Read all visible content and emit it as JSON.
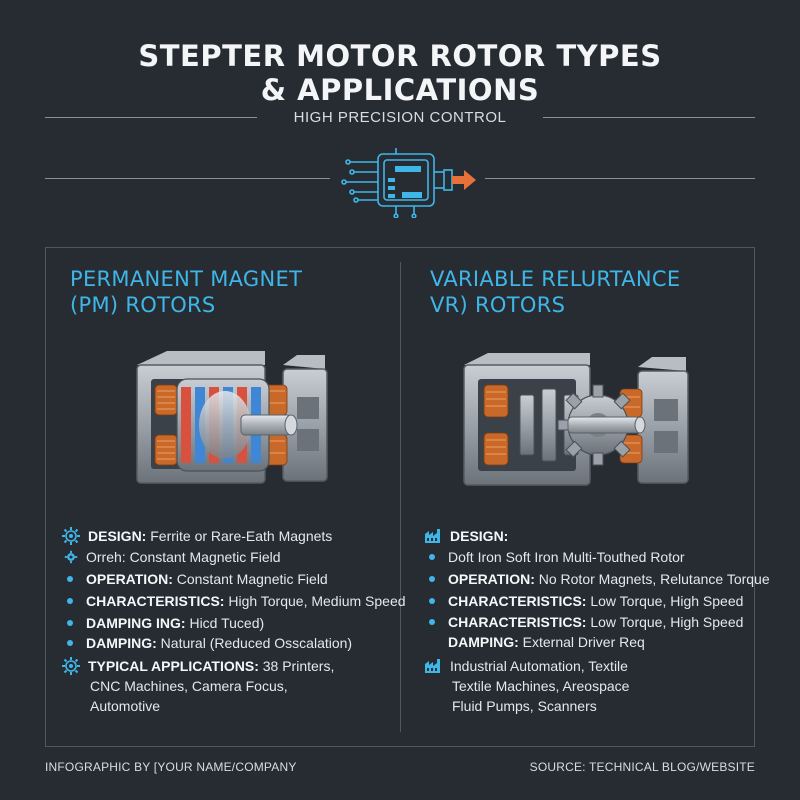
{
  "header": {
    "title_line1": "STEPTER MOTOR ROTOR TYPES",
    "title_line2": "& APPLICATIONS",
    "subtitle": "HIGH PRECISION CONTROL",
    "icon": "stepper-motor-chip-icon"
  },
  "left": {
    "title_line1": "PERMANENT MAGNET",
    "title_line2": "(PM) ROTORS",
    "illustration": "pm-rotor-motor-illustration",
    "specs": [
      {
        "icon": "gear-icon",
        "label": "DESIGN:",
        "text": " Ferrite or Rare-Eath Magnets"
      },
      {
        "icon": "gear-small-icon",
        "label": "",
        "text": "Orreh: Constant Magnetic Field"
      },
      {
        "icon": "bullet",
        "label": "OPERATION:",
        "text": " Constant Magnetic Field"
      },
      {
        "icon": "bullet",
        "label": "CHARACTERISTICS:",
        "text": " High Torque, Medium Speed"
      },
      {
        "icon": "bullet",
        "label": "DAMPING ING:",
        "text": " Hicd Tuced)"
      },
      {
        "icon": "bullet",
        "label": "DAMPING:",
        "text": " Natural (Reduced Osscalation)"
      },
      {
        "icon": "gear-icon",
        "label": "TYPICAL APPLICATIONS:",
        "text": " 38 Printers,"
      },
      {
        "icon": "",
        "label": "",
        "text": "CNC Machines, Camera Focus,"
      },
      {
        "icon": "",
        "label": "",
        "text": "Automotive"
      }
    ]
  },
  "right": {
    "title_line1": "VARIABLE RELURTANCE",
    "title_line2": "VR) ROTORS",
    "illustration": "vr-rotor-motor-illustration",
    "specs": [
      {
        "icon": "factory-icon",
        "label": "DESIGN:",
        "text": ""
      },
      {
        "icon": "bullet",
        "label": "",
        "text": "Doft Iron   Soft Iron Multi-Touthed Rotor"
      },
      {
        "icon": "bullet",
        "label": "OPERATION:",
        "text": " No Rotor Magnets, Relutance Torque"
      },
      {
        "icon": "bullet",
        "label": "CHARACTERISTICS:",
        "text": " Low Torque, High Speed"
      },
      {
        "icon": "bullet",
        "label": "CHARACTERISTICS:",
        "text": " Low Torque, High Speed"
      },
      {
        "icon": "",
        "label": "DAMPING:",
        "text": " External Driver Req"
      },
      {
        "icon": "factory-icon",
        "label": "",
        "text": "Industrial Automation, Textile"
      },
      {
        "icon": "",
        "label": "",
        "text": "Textile Machines, Areospace"
      },
      {
        "icon": "",
        "label": "",
        "text": "Fluid Pumps, Scanners"
      }
    ]
  },
  "footer": {
    "left": "INFOGRAPHIC BY [YOUR NAME/COMPANY",
    "right": "SOURCE: TECHNICAL BLOG/WEBSITE"
  },
  "colors": {
    "background": "#272c33",
    "accent": "#3fb6e8",
    "arrow": "#e8713a",
    "coil": "#c8692a",
    "magnet_red": "#d8503e",
    "magnet_blue": "#3f86d6"
  }
}
